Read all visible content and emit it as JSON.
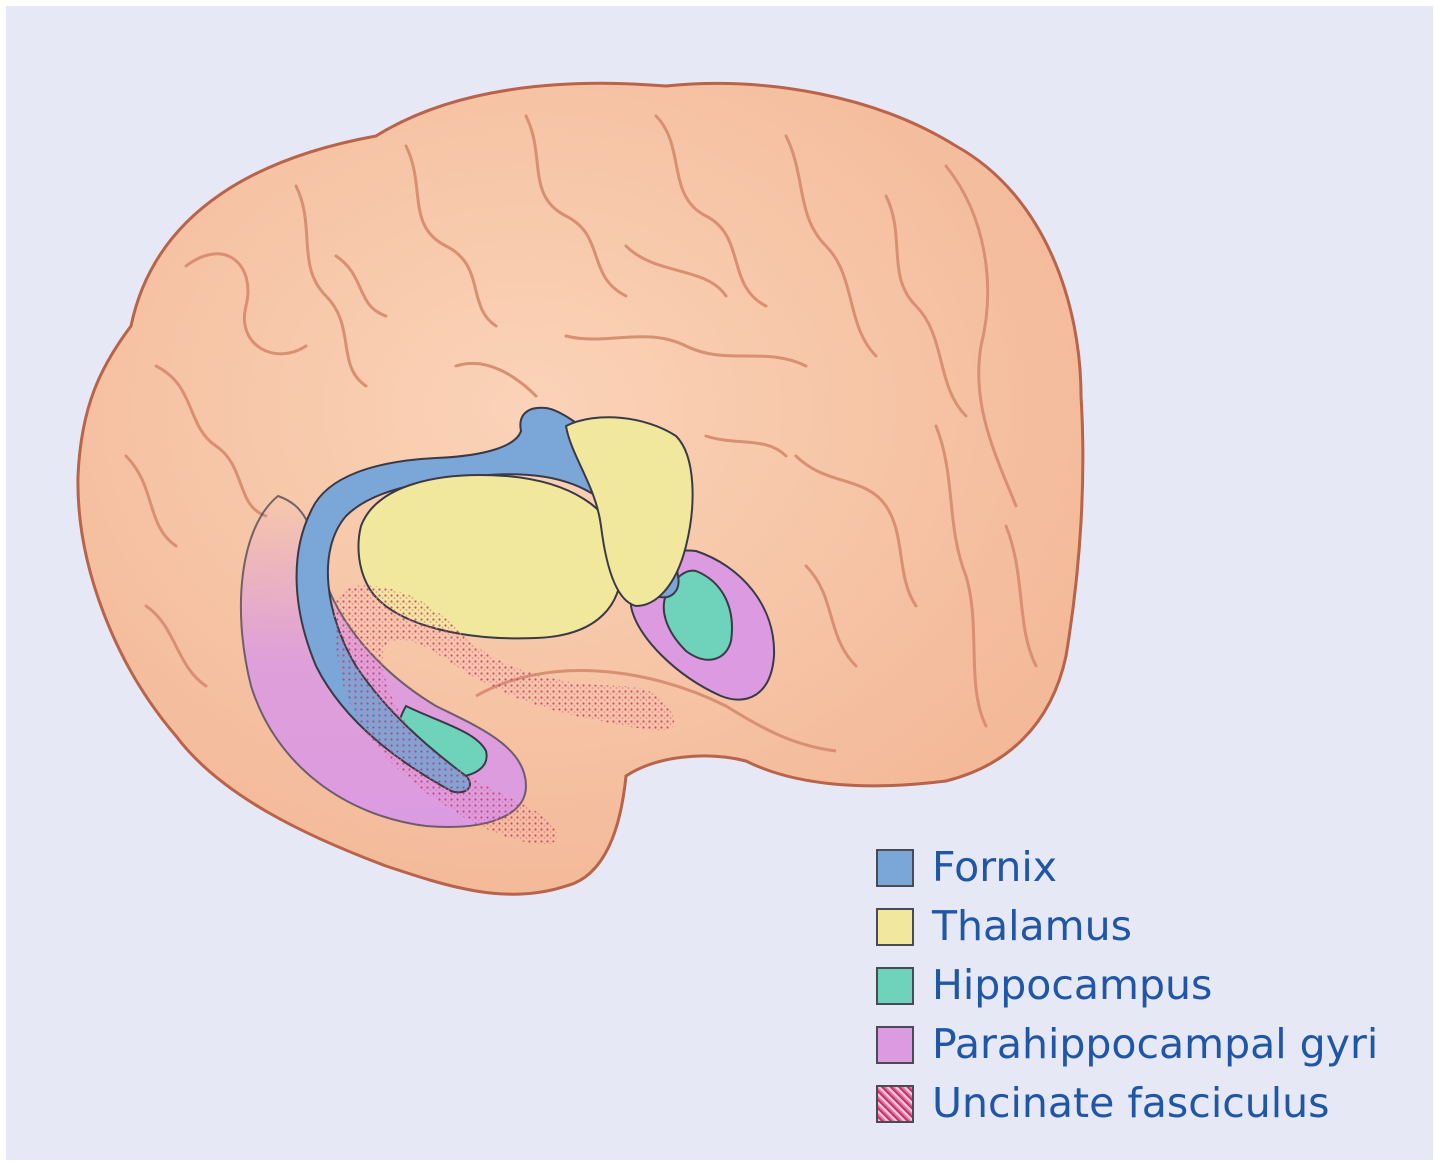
{
  "colors": {
    "background": "#e6e9f5",
    "brain": "#f7c4a4",
    "brain_outline": "#b8634a",
    "sulcus": "#d88f72",
    "label_text": "#1f56a8"
  },
  "legend": {
    "items": [
      {
        "label": "Fornix",
        "color": "#7aa6d8",
        "icon": "fornix-swatch"
      },
      {
        "label": "Thalamus",
        "color": "#f1e89d",
        "icon": "thalamus-swatch"
      },
      {
        "label": "Hippocampus",
        "color": "#6fd3bc",
        "icon": "hippocampus-swatch"
      },
      {
        "label": "Parahippocampal gyri",
        "color": "#dc9be0",
        "icon": "parahippocampal-swatch"
      },
      {
        "label": "Uncinate fasciculus",
        "color": "#d9557f",
        "icon": "uncinate-swatch"
      }
    ]
  }
}
